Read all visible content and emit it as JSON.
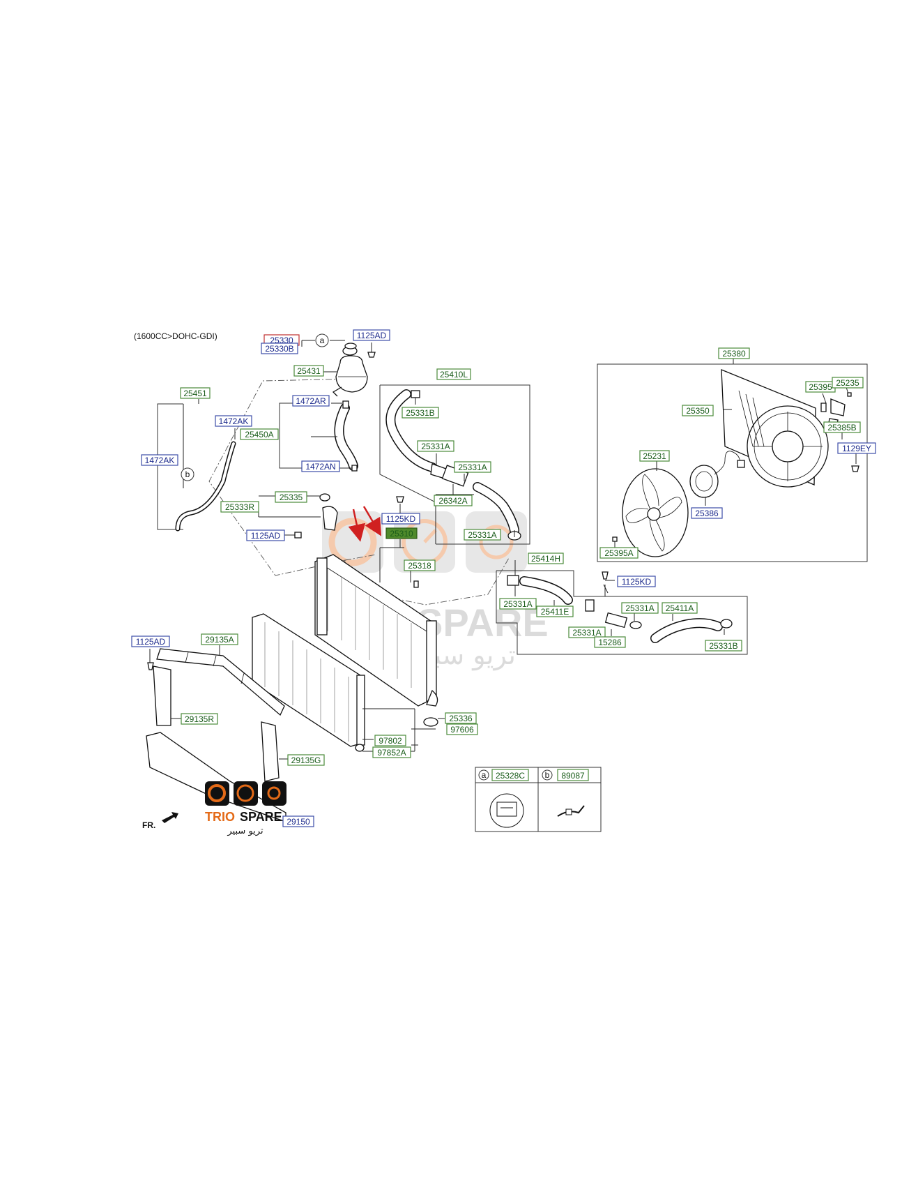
{
  "header": {
    "engine_note": "(1600CC>DOHC-GDI)"
  },
  "parts": [
    {
      "id": "p25330",
      "text": "25330",
      "style": "red"
    },
    {
      "id": "p25330B",
      "text": "25330B",
      "style": "blue"
    },
    {
      "id": "p1125AD_top",
      "text": "1125AD",
      "style": "blue"
    },
    {
      "id": "p25431",
      "text": "25431",
      "style": "green"
    },
    {
      "id": "p25451",
      "text": "25451",
      "style": "green"
    },
    {
      "id": "p1472AK_a",
      "text": "1472AK",
      "style": "blue"
    },
    {
      "id": "p1472AR",
      "text": "1472AR",
      "style": "blue"
    },
    {
      "id": "p25450A",
      "text": "25450A",
      "style": "green"
    },
    {
      "id": "p1472AK_b",
      "text": "1472AK",
      "style": "blue"
    },
    {
      "id": "p1472AN",
      "text": "1472AN",
      "style": "blue"
    },
    {
      "id": "p25335",
      "text": "25335",
      "style": "green"
    },
    {
      "id": "p25333R",
      "text": "25333R",
      "style": "green"
    },
    {
      "id": "p1125AD_mid",
      "text": "1125AD",
      "style": "blue"
    },
    {
      "id": "p25410L",
      "text": "25410L",
      "style": "green"
    },
    {
      "id": "p25331B_a",
      "text": "25331B",
      "style": "green"
    },
    {
      "id": "p25331A_a",
      "text": "25331A",
      "style": "green"
    },
    {
      "id": "p25331A_b",
      "text": "25331A",
      "style": "green"
    },
    {
      "id": "p26342A",
      "text": "26342A",
      "style": "green"
    },
    {
      "id": "p1125KD_a",
      "text": "1125KD",
      "style": "blue"
    },
    {
      "id": "p25310",
      "text": "25310",
      "style": "highlight"
    },
    {
      "id": "p25331A_c",
      "text": "25331A",
      "style": "green"
    },
    {
      "id": "p25318",
      "text": "25318",
      "style": "green"
    },
    {
      "id": "p25380",
      "text": "25380",
      "style": "green"
    },
    {
      "id": "p25395_a",
      "text": "25395",
      "style": "green"
    },
    {
      "id": "p25235",
      "text": "25235",
      "style": "green"
    },
    {
      "id": "p25350",
      "text": "25350",
      "style": "green"
    },
    {
      "id": "p25385B",
      "text": "25385B",
      "style": "green"
    },
    {
      "id": "p25231",
      "text": "25231",
      "style": "green"
    },
    {
      "id": "p1129EY",
      "text": "1129EY",
      "style": "blue"
    },
    {
      "id": "p25386",
      "text": "25386",
      "style": "blue"
    },
    {
      "id": "p25395A",
      "text": "25395A",
      "style": "green"
    },
    {
      "id": "p25414H",
      "text": "25414H",
      "style": "green"
    },
    {
      "id": "p1125KD_b",
      "text": "1125KD",
      "style": "blue"
    },
    {
      "id": "p25331A_d",
      "text": "25331A",
      "style": "green"
    },
    {
      "id": "p25411E",
      "text": "25411E",
      "style": "green"
    },
    {
      "id": "p25331A_e",
      "text": "25331A",
      "style": "green"
    },
    {
      "id": "p25411A",
      "text": "25411A",
      "style": "green"
    },
    {
      "id": "p25331A_f",
      "text": "25331A",
      "style": "green"
    },
    {
      "id": "p15286",
      "text": "15286",
      "style": "green"
    },
    {
      "id": "p25331B_b",
      "text": "25331B",
      "style": "green"
    },
    {
      "id": "p1125AD_low",
      "text": "1125AD",
      "style": "blue"
    },
    {
      "id": "p29135A",
      "text": "29135A",
      "style": "green"
    },
    {
      "id": "p29135R",
      "text": "29135R",
      "style": "green"
    },
    {
      "id": "p25336",
      "text": "25336",
      "style": "green"
    },
    {
      "id": "p97802",
      "text": "97802",
      "style": "green"
    },
    {
      "id": "p97606",
      "text": "97606",
      "style": "green"
    },
    {
      "id": "p97852A",
      "text": "97852A",
      "style": "green"
    },
    {
      "id": "p29135G",
      "text": "29135G",
      "style": "green"
    },
    {
      "id": "p29150",
      "text": "29150",
      "style": "blue"
    }
  ],
  "markers": {
    "a": "a",
    "b": "b"
  },
  "legend": {
    "a_marker": "a",
    "a_part": "25328C",
    "b_marker": "b",
    "b_part": "89087"
  },
  "direction_label": "FR.",
  "watermark": {
    "brand": "TRIO SPARE",
    "arabic": "تريو سبير"
  },
  "colors": {
    "highlight": "#4f8a2b",
    "arrow": "#d02020",
    "watermark_orange": "#e46a17"
  }
}
